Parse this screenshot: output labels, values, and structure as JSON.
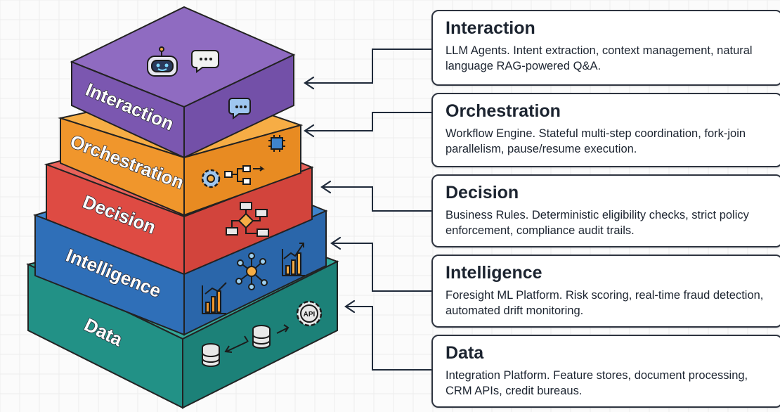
{
  "layers": [
    {
      "id": "interaction",
      "label": "Interaction",
      "top": "#8f6bc1",
      "front": "#7b57b0",
      "side": "#5d3f8c",
      "title": "Interaction",
      "description": "LLM Agents. Intent extraction, context management, natural language RAG-powered Q&A."
    },
    {
      "id": "orchestration",
      "label": "Orchestration",
      "top": "#f6ad45",
      "front": "#f0962c",
      "side": "#c97415",
      "title": "Orchestration",
      "description": "Workflow Engine. Stateful multi-step coordination, fork-join parallelism, pause/resume execution."
    },
    {
      "id": "decision",
      "label": "Decision",
      "top": "#e8625a",
      "front": "#de4b43",
      "side": "#b33530",
      "title": "Decision",
      "description": "Business Rules. Deterministic eligibility checks, strict policy enforcement, compliance audit trails."
    },
    {
      "id": "intelligence",
      "label": "Intelligence",
      "top": "#3f84cc",
      "front": "#2f6fb8",
      "side": "#23558f",
      "title": "Intelligence",
      "description": "Foresight ML Platform. Risk scoring, real-time fraud detection, automated drift monitoring."
    },
    {
      "id": "data",
      "label": "Data",
      "top": "#34a99a",
      "front": "#229186",
      "side": "#18716a",
      "title": "Data",
      "description": "Integration Platform. Feature stores, document processing, CRM APIs, credit bureaus."
    }
  ],
  "icons": {
    "interaction": [
      "robot-icon",
      "chat-bubble-icon"
    ],
    "orchestration": [
      "gear-icon",
      "flowchart-icon",
      "chip-icon"
    ],
    "decision": [
      "decision-flow-icon"
    ],
    "intelligence": [
      "bar-chart-icon",
      "network-icon",
      "trend-chart-icon"
    ],
    "data": [
      "database-icon",
      "api-gear-icon"
    ]
  },
  "api_label": "API"
}
